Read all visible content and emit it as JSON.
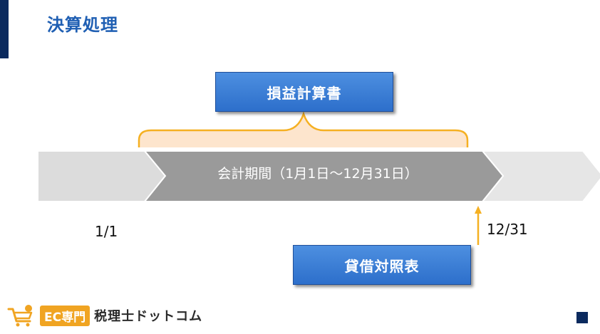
{
  "title": "決算処理",
  "income_statement_label": "損益計算書",
  "balance_sheet_label": "貸借対照表",
  "period_label": "会計期間（1月1日～12月31日）",
  "start_date": "1/1",
  "end_date": "12/31",
  "logo": {
    "badge": "EC専門",
    "text": "税理士ドットコム"
  },
  "colors": {
    "accent_blue": "#2d6fcb",
    "navy": "#0b2a5e",
    "brace_orange": "#f5b022",
    "period_arrow_gray": "#9a9a9a",
    "side_arrow_gray": "#dcdcdc"
  }
}
